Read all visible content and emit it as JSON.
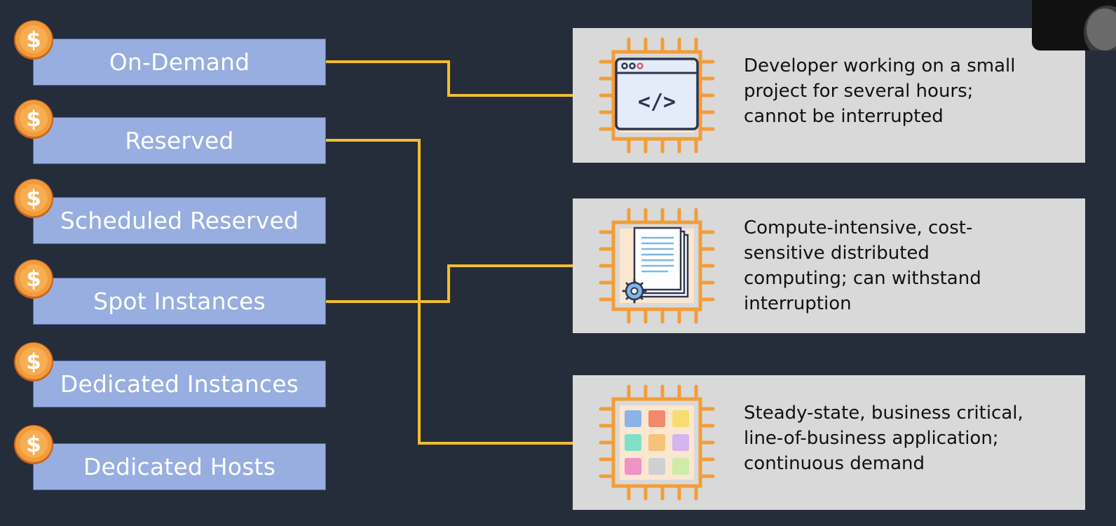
{
  "pricing_options": [
    {
      "label": "On-Demand",
      "icon": "dollar-coin-icon"
    },
    {
      "label": "Reserved",
      "icon": "dollar-coin-icon"
    },
    {
      "label": "Scheduled Reserved",
      "icon": "dollar-coin-icon"
    },
    {
      "label": "Spot Instances",
      "icon": "dollar-coin-icon"
    },
    {
      "label": "Dedicated Instances",
      "icon": "dollar-coin-icon"
    },
    {
      "label": "Dedicated Hosts",
      "icon": "dollar-coin-icon"
    }
  ],
  "use_cases": [
    {
      "icon": "code-window-chip-icon",
      "lines": [
        "Developer working on a small",
        "project for several hours;",
        "cannot be interrupted"
      ]
    },
    {
      "icon": "document-chip-icon",
      "lines": [
        "Compute-intensive, cost-",
        "sensitive distributed",
        "computing; can withstand",
        "interruption"
      ]
    },
    {
      "icon": "app-grid-chip-icon",
      "lines": [
        "Steady-state, business critical,",
        "line-of-business application;",
        "continuous demand"
      ]
    }
  ],
  "connections": [
    {
      "from": "On-Demand",
      "to": 1
    },
    {
      "from": "Spot Instances",
      "to": 2
    },
    {
      "from": "Reserved",
      "to": 3
    }
  ],
  "colors": {
    "background": "#262d3a",
    "option_fill": "#98aee0",
    "connector": "#f2be2e",
    "chip_orange": "#f29d38",
    "card_fill": "#d9d9d9"
  }
}
